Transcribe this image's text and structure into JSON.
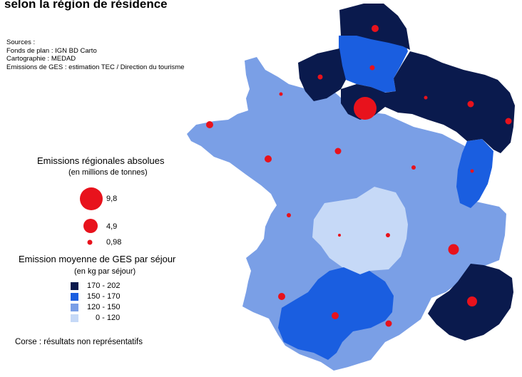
{
  "header": {
    "title": "selon la région de résidence"
  },
  "sources": [
    "Sources :",
    "Fonds de plan : IGN BD Carto",
    "Cartographie : MEDAD",
    "Emissions de GES : estimation TEC / Direction du tourisme"
  ],
  "legend_absolute": {
    "title": "Emissions régionales absolues",
    "subtitle": "(en millions de tonnes)",
    "values": [
      "9,8",
      "4,9",
      "0,98"
    ],
    "bubble_color": "#e8121c"
  },
  "legend_average": {
    "title": "Emission moyenne de GES par séjour",
    "subtitle": "(en kg par séjour)",
    "classes": [
      {
        "label": "170 - 202",
        "color": "#0a1a4d"
      },
      {
        "label": "150 - 170",
        "color": "#1a5ee0"
      },
      {
        "label": "120 - 150",
        "color": "#7a9fe6"
      },
      {
        "label": "0 - 120",
        "color": "#c6d9f7"
      }
    ]
  },
  "note": "Corse : résultats non représentatifs"
}
